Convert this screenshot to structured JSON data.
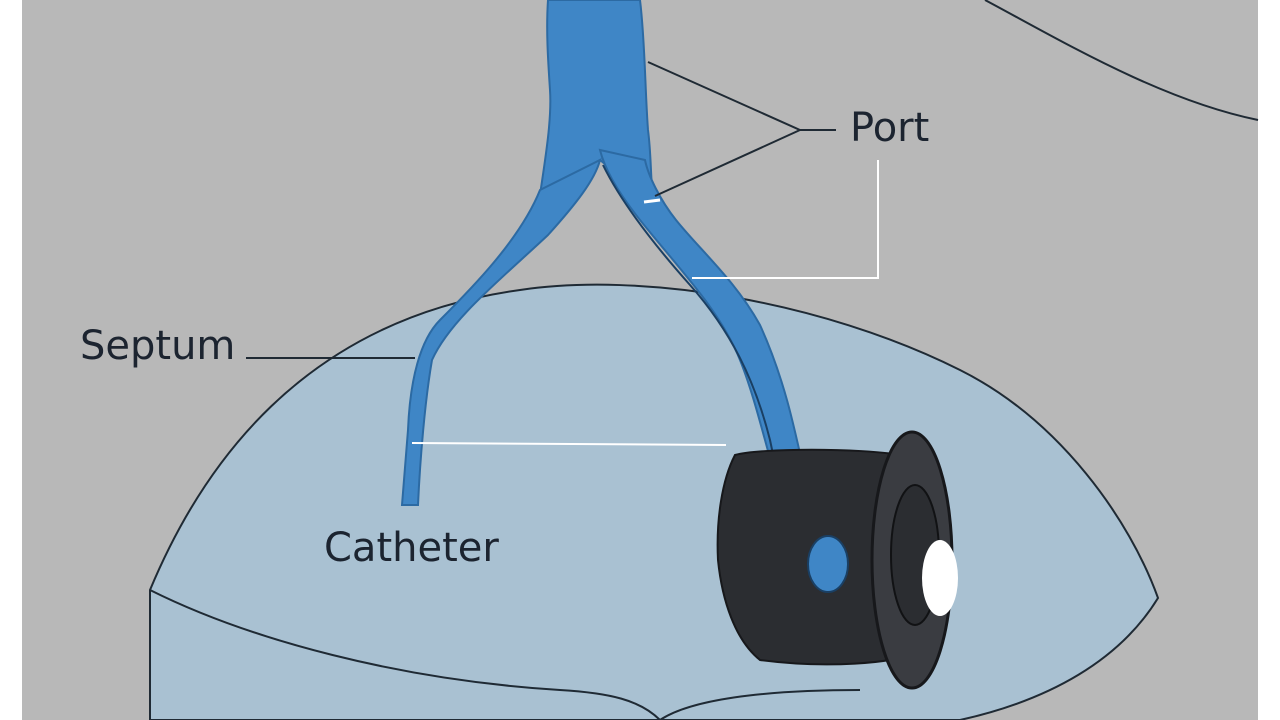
{
  "labels": {
    "port": "Port",
    "septum": "Septum",
    "catheter": "Catheter"
  },
  "colors": {
    "background": "#b8b8b8",
    "frame_white": "#ffffff",
    "tissue": "#a9c1d2",
    "tissue_outline": "#1f2a34",
    "vessel": "#3f86c6",
    "vessel_dark": "#2c6aa3",
    "port_body": "#2b2d31",
    "port_rim": "#17181b",
    "leader_dark": "#1f2a34",
    "leader_light": "#ffffff"
  }
}
